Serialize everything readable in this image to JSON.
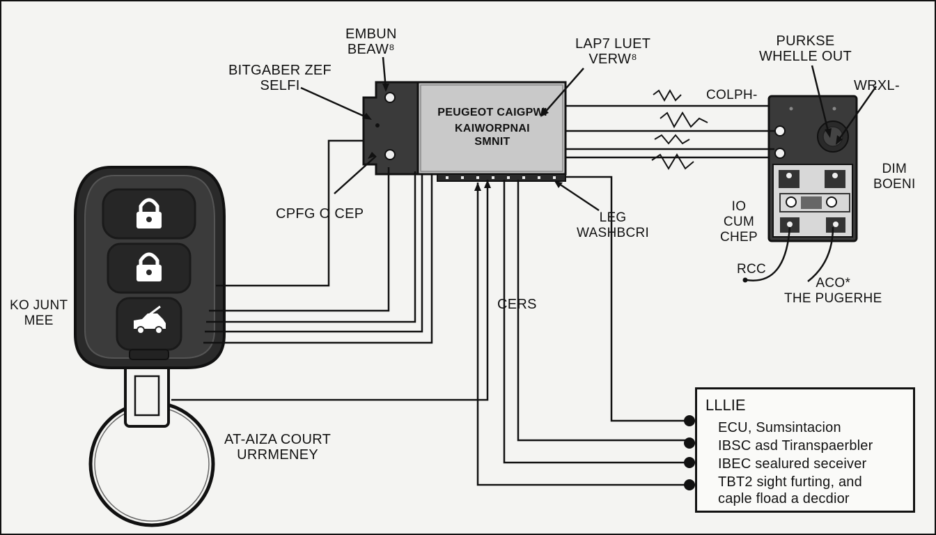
{
  "labels": {
    "embun": [
      "EMBUN",
      "BEAW⁸"
    ],
    "bitgaber": [
      "BITGABER ZEF",
      "SELFI"
    ],
    "lapy": [
      "LAP7 LUET",
      "VERW⁸"
    ],
    "purkse": [
      "PURKSE",
      "WHELLE OUT"
    ],
    "wrxl": "WRXL-",
    "colph": "COLPH-",
    "dim": [
      "DIM",
      "BOENI"
    ],
    "io_cum": [
      "IO",
      "CUM",
      "CHEP"
    ],
    "cpfg": "CPFG O CEP",
    "leg": [
      "LEG",
      "WASHBCRI"
    ],
    "cers": "CERS",
    "rcc": "RCC",
    "aco": [
      "ACO*",
      "THE PUGERHE"
    ],
    "kojunt": [
      "KO JUNT",
      "MEE"
    ],
    "ataiza": [
      "AT-AIZA COURT",
      "URRMENEY"
    ]
  },
  "module": {
    "lines": [
      "PEUGEOT  CAIGPWI",
      "KAIWORPNAI",
      "SMNIT"
    ]
  },
  "legend": {
    "title": "LLLIE",
    "items": [
      "ECU, Sumsintacion",
      "IBSC asd Tiranspaerbler",
      "IBEC sealured seceiver",
      "TBT2 sight furting, and",
      "caple fload a decdior"
    ]
  },
  "icons": {
    "button_top": "lock-icon",
    "button_mid": "unlock-icon",
    "button_bottom": "car-icon"
  },
  "colors": {
    "ink": "#111111",
    "fob_body": "#2e2e2e",
    "module_face": "#c9c9c9",
    "receiver_body": "#3a3a3a"
  }
}
